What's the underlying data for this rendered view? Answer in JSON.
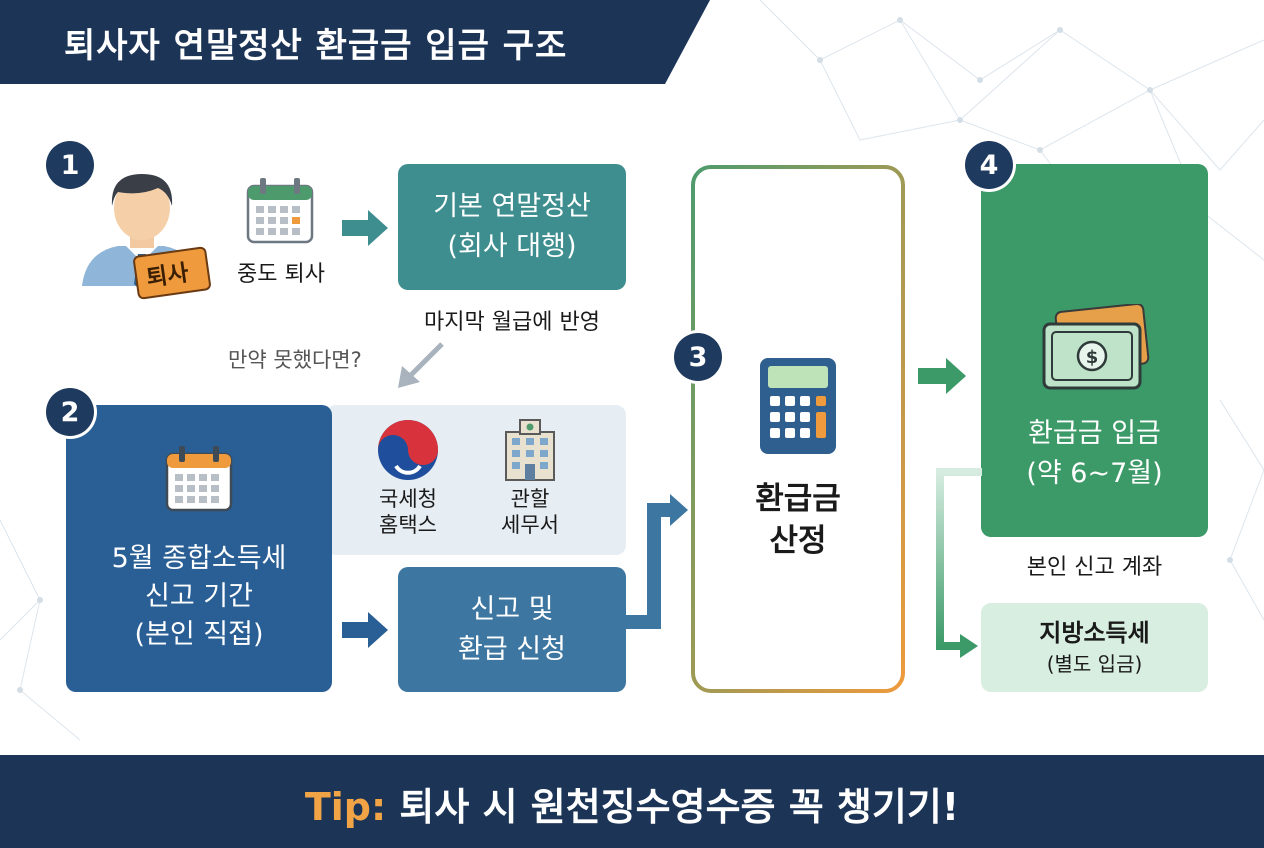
{
  "title": "퇴사자 연말정산 환급금 입금 구조",
  "steps": {
    "s1": {
      "badge": "1",
      "resign_tag": "퇴사",
      "calendar_caption": "중도 퇴사",
      "box_line1": "기본 연말정산",
      "box_line2": "(회사 대행)",
      "note": "마지막 월급에 반영"
    },
    "if_not": "만약 못했다면?",
    "s2": {
      "badge": "2",
      "box_line1": "5월 종합소득세",
      "box_line2": "신고 기간",
      "box_line3": "(본인 직접)",
      "nts_line1": "국세청",
      "nts_line2": "홈택스",
      "office_line1": "관할",
      "office_line2": "세무서",
      "apply_line1": "신고 및",
      "apply_line2": "환급 신청"
    },
    "s3": {
      "badge": "3",
      "label_line1": "환급금",
      "label_line2": "산정"
    },
    "s4": {
      "badge": "4",
      "box_line1": "환급금 입금",
      "box_line2": "(약 6~7월)",
      "account_note": "본인 신고 계좌",
      "local_line1": "지방소득세",
      "local_line2": "(별도 입금)"
    }
  },
  "footer": {
    "tip_label": "Tip:",
    "tip_text": " 퇴사 시 원천징수영수증 꼭 챙기기!"
  },
  "colors": {
    "navy": "#1f3a5f",
    "teal": "#3f8e8f",
    "blue": "#2a5f95",
    "steel_blue": "#3d76a0",
    "green": "#3c9a68",
    "light_green": "#d8eee0",
    "light_blue_panel": "#e6edf3",
    "orange": "#ef9a3c"
  }
}
